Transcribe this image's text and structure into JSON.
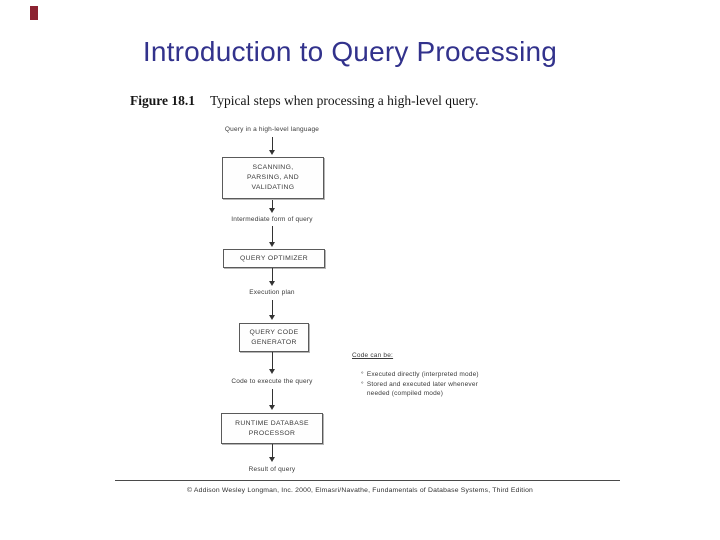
{
  "slide": {
    "title": "Introduction to Query Processing",
    "colors": {
      "title_text": "#32328C",
      "accent_mark": "#8C2331",
      "diagram_ink": "#3a3a3a"
    }
  },
  "figure": {
    "label": "Figure 18.1",
    "caption": "Typical steps when processing a high-level query."
  },
  "flow": {
    "labels": {
      "input": "Query in a high-level language",
      "intermediate": "Intermediate form of query",
      "execution_plan": "Execution plan",
      "code": "Code to execute the query",
      "result": "Result of query"
    },
    "boxes": {
      "scanning": "SCANNING,\nPARSING, AND\nVALIDATING",
      "optimizer": "QUERY OPTIMIZER",
      "generator": "QUERY CODE\nGENERATOR",
      "runtime": "RUNTIME DATABASE\nPROCESSOR"
    }
  },
  "annotation": {
    "heading": "Code can be:",
    "bullet_glyph": "°",
    "bullets": [
      {
        "text": "Executed directly (interpreted mode)"
      },
      {
        "text": "Stored and executed later whenever\nneeded (compiled mode)"
      }
    ]
  },
  "footer": {
    "copyright": "© Addison Wesley Longman, Inc. 2000, Elmasri/Navathe, Fundamentals of Database Systems, Third Edition"
  }
}
